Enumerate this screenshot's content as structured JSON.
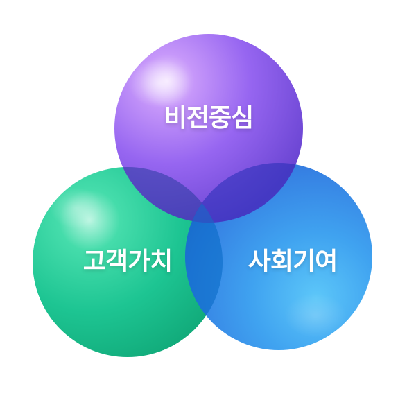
{
  "diagram": {
    "type": "venn-3",
    "circles": [
      {
        "id": "top",
        "label": "비전중심",
        "color": "#8a55f0"
      },
      {
        "id": "left",
        "label": "고객가치",
        "color": "#1fc892"
      },
      {
        "id": "right",
        "label": "사회기여",
        "color": "#1f8fe8"
      }
    ],
    "text_color": "#ffffff"
  }
}
